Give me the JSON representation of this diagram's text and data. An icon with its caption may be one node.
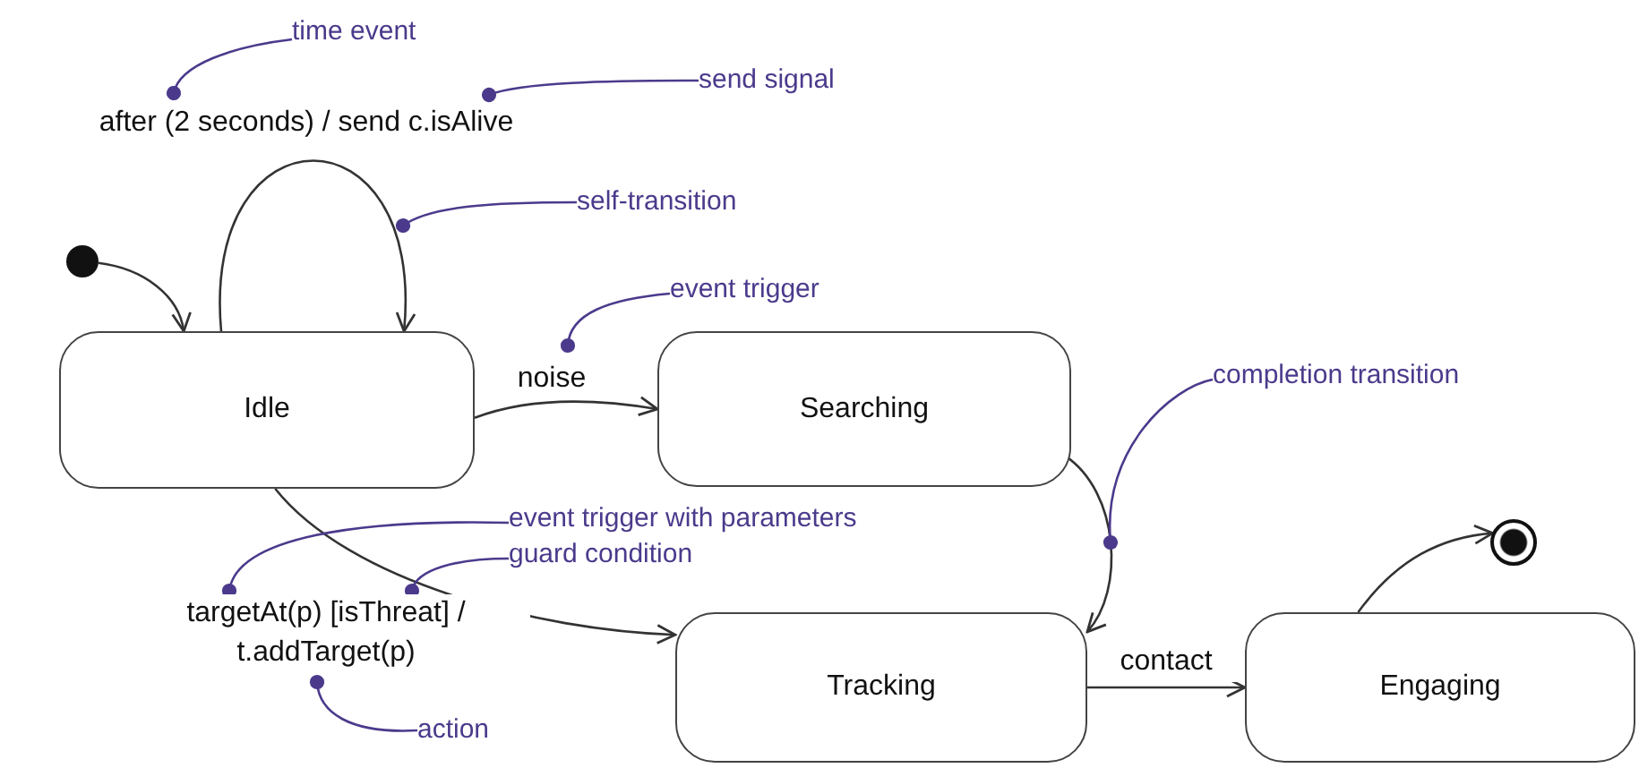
{
  "diagram": {
    "nodes": [
      {
        "text": [],
        "shape": "circle"
      },
      {
        "text": [
          "Idle"
        ]
      },
      {
        "text": [
          "Searching"
        ]
      },
      {
        "text": [
          "Tracking"
        ]
      },
      {
        "text": [
          "Engaging"
        ]
      },
      {
        "text": [],
        "shape": "circle"
      },
      {
        "text": [
          "time event"
        ]
      },
      {
        "text": [
          "send signal"
        ]
      },
      {
        "text": [
          "self-transition"
        ]
      },
      {
        "text": [
          "event trigger"
        ]
      },
      {
        "text": [
          "completion transition"
        ]
      },
      {
        "text": [
          "event trigger with parameters"
        ]
      },
      {
        "text": [
          "guard condition"
        ]
      },
      {
        "text": [
          "action"
        ]
      }
    ],
    "edges": [
      {
        "from": 0,
        "to": 1,
        "arrow": "to"
      },
      {
        "from": 1,
        "to": 1,
        "arrow": "to",
        "label": "after (2 seconds) / send c.isAlive"
      },
      {
        "from": 1,
        "to": 2,
        "arrow": "to",
        "label": "noise"
      },
      {
        "from": 2,
        "to": 3,
        "arrow": "to"
      },
      {
        "from": 1,
        "to": 3,
        "arrow": "to",
        "label": "targetAt(p) [isThreat] / t.addTarget(p)"
      },
      {
        "from": 3,
        "to": 4,
        "arrow": "to",
        "label": "contact"
      },
      {
        "from": 4,
        "to": 5,
        "arrow": "to"
      },
      {
        "from": 6,
        "to": null,
        "arrow": "other",
        "color": "#4b3a8c"
      },
      {
        "from": 7,
        "to": null,
        "arrow": "other",
        "color": "#4b3a8c"
      },
      {
        "from": 8,
        "to": null,
        "arrow": "other",
        "color": "#4b3a8c"
      },
      {
        "from": 9,
        "to": null,
        "arrow": "other",
        "color": "#4b3a8c"
      },
      {
        "from": 10,
        "to": null,
        "arrow": "other",
        "color": "#4b3a8c"
      },
      {
        "from": 11,
        "to": null,
        "arrow": "other",
        "color": "#4b3a8c"
      },
      {
        "from": 12,
        "to": null,
        "arrow": "other",
        "color": "#4b3a8c"
      },
      {
        "from": 13,
        "to": null,
        "arrow": "other",
        "color": "#4b3a8c"
      }
    ]
  }
}
